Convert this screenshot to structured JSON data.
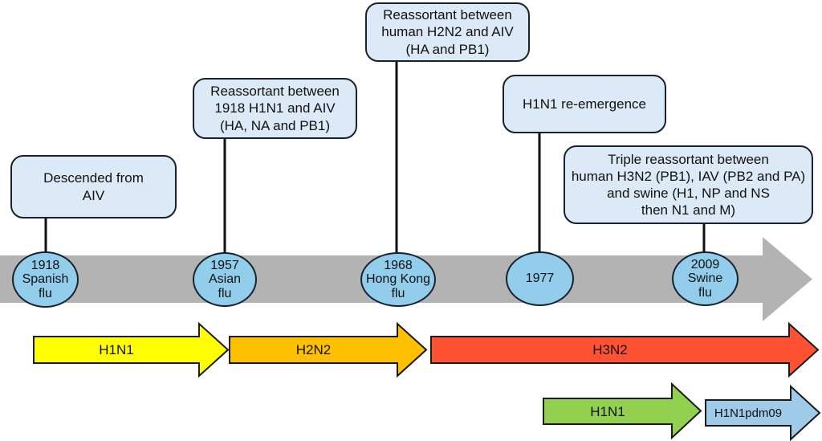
{
  "colors": {
    "callout_fill": "#dceaf7",
    "callout_border": "#16222e",
    "ellipse_fill": "#92cdeb",
    "timeline_gray": "#b3b3b3",
    "h1n1_yellow": "#ffff00",
    "h2n2_orange": "#ffc000",
    "h3n2_red": "#ff5233",
    "h1n1_green": "#92d050",
    "h1n1pdm09_blue": "#9fcbe9",
    "outline": "#1a1a1a",
    "connector": "#111111"
  },
  "callouts": {
    "descended_1918": "Descended from\nAIV",
    "reassortant_1957": "Reassortant between\n1918 H1N1 and AIV\n(HA, NA and PB1)",
    "reassortant_1968": "Reassortant between\nhuman H2N2 and AIV\n(HA and PB1)",
    "reemergence_1977": "H1N1 re-emergence",
    "triple_2009": "Triple reassortant between\nhuman H3N2 (PB1), IAV (PB2 and PA)\nand swine (H1, NP and NS\nthen N1 and M)"
  },
  "events": {
    "e1918": "1918\nSpanish\nflu",
    "e1957": "1957\nAsian\nflu",
    "e1968": "1968\nHong Kong\nflu",
    "e1977": "1977",
    "e2009": "2009\nSwine\nflu"
  },
  "strains": {
    "h1n1_early": "H1N1",
    "h2n2": "H2N2",
    "h3n2": "H3N2",
    "h1n1_reemerged": "H1N1",
    "h1n1pdm09": "H1N1pdm09"
  }
}
